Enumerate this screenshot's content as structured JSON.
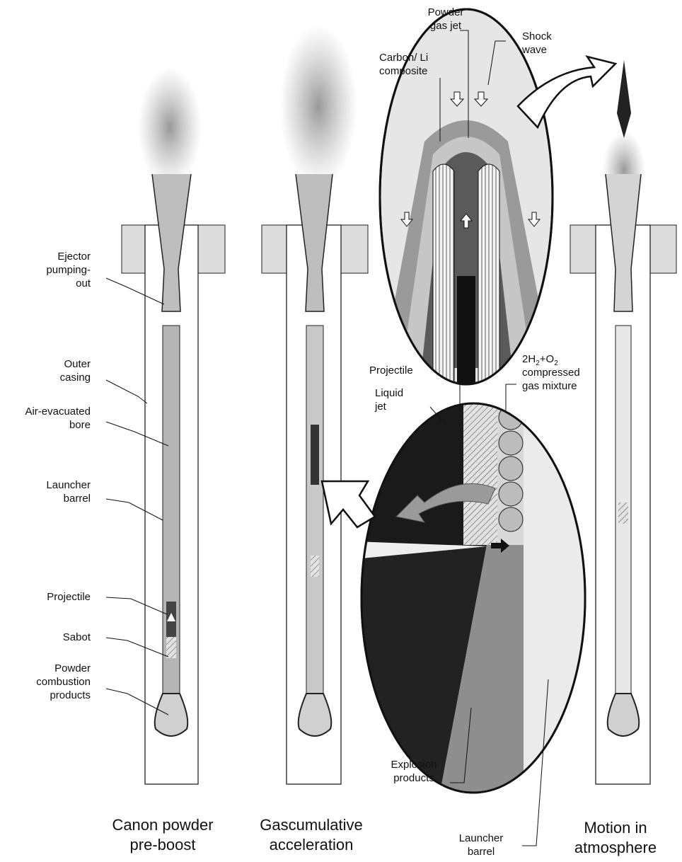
{
  "labels": {
    "ejector": "Ejector\npumping-\nout",
    "outer_casing": "Outer\ncasing",
    "air_bore": "Air-evacuated\nbore",
    "launcher_barrel_left": "Launcher\nbarrel",
    "projectile_left": "Projectile",
    "sabot": "Sabot",
    "powder_products": "Powder\ncombustion\nproducts",
    "powder_gas_jet": "Powder\ngas jet",
    "shock_wave": "Shock\nwave",
    "carbon_li": "Carbon/ Li\ncomposite",
    "projectile_detail": "Projectile",
    "liquid_jet": "Liquid\njet",
    "gas_mixture_line1": "compressed",
    "gas_mixture_line2": "gas mixture",
    "explosion_products": "Explosion\nproducts",
    "launcher_barrel_bottom": "Launcher\nbarrel"
  },
  "formula": {
    "a": "2H",
    "a_sub": "2",
    "b": "+O",
    "b_sub": "2"
  },
  "captions": {
    "stage1": "Canon powder\npre-boost",
    "stage2": "Gascumulative\nacceleration",
    "stage3": "Motion in\natmosphere"
  }
}
